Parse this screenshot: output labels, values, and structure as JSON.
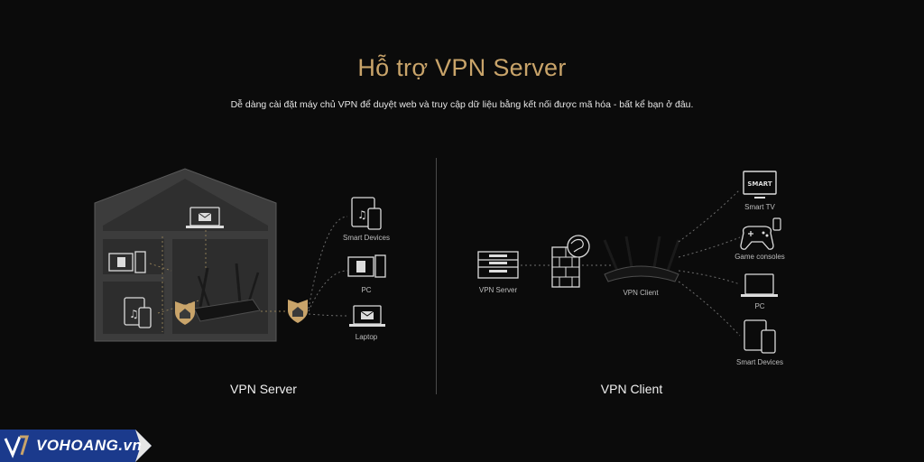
{
  "heading": {
    "title": "Hỗ trợ VPN Server",
    "subtitle": "Dễ dàng cài đặt máy chủ VPN để duyệt web và truy cập dữ liệu bằng kết nối được mã hóa - bất kể bạn ở đâu."
  },
  "server_side": {
    "label": "VPN Server",
    "devices": [
      {
        "label": "Smart Devices",
        "icon": "tablet-phone-icon"
      },
      {
        "label": "PC",
        "icon": "pc-icon"
      },
      {
        "label": "Laptop",
        "icon": "laptop-icon"
      }
    ]
  },
  "client_side": {
    "label": "VPN Client",
    "server_node": "VPN Server",
    "client_node": "VPN Client",
    "devices": [
      {
        "label": "Smart TV",
        "icon": "smart-tv-icon",
        "screen_text": "SMART"
      },
      {
        "label": "Game consoles",
        "icon": "gamepad-icon"
      },
      {
        "label": "PC",
        "icon": "laptop-icon"
      },
      {
        "label": "Smart Devices",
        "icon": "tablet-phone-icon"
      }
    ]
  },
  "brand": {
    "name": "VOHOANG.vn",
    "colors": {
      "primary": "#1b3a8c",
      "accent": "#c9a46a"
    }
  }
}
